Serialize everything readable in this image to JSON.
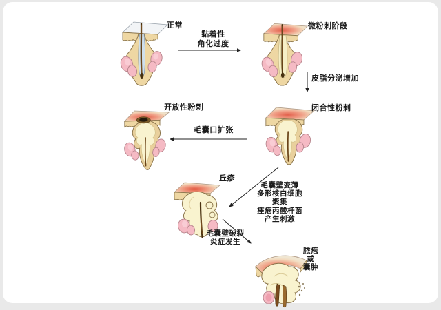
{
  "diagram": {
    "stages": [
      {
        "key": "normal",
        "label": "正常"
      },
      {
        "key": "microcomedone",
        "label": "微粉刺阶段"
      },
      {
        "key": "closed_comedone",
        "label": "闭合性粉刺"
      },
      {
        "key": "open_comedone",
        "label": "开放性粉刺"
      },
      {
        "key": "papule",
        "label": "丘疹"
      },
      {
        "key": "pustule_or_cyst",
        "label": "脓疱\n或\n囊肿"
      }
    ],
    "transitions": {
      "normal_to_micro": "黏着性\n角化过度",
      "micro_to_closed": "皮脂分泌增加",
      "closed_to_open": "毛囊口扩张",
      "papule_annotation": "毛囊壁变薄\n多形核白细胞\n聚集\n痤疮丙酸杆菌\n产生刺激",
      "papule_to_pustule": "毛囊壁破裂\n炎症发生"
    }
  },
  "palette": {
    "background": "#e9e9e9",
    "panel": "#ffffff",
    "text": "#1c1c1c",
    "arrow": "#222222",
    "skin_tan": "#eed7a3",
    "inflamed_red": "#e2604c",
    "sebum_cream": "#f9f3cf",
    "gland_pink": "#f5bac4",
    "canal_blue": "#cfdfeb",
    "hair_brown": "#47300f"
  }
}
